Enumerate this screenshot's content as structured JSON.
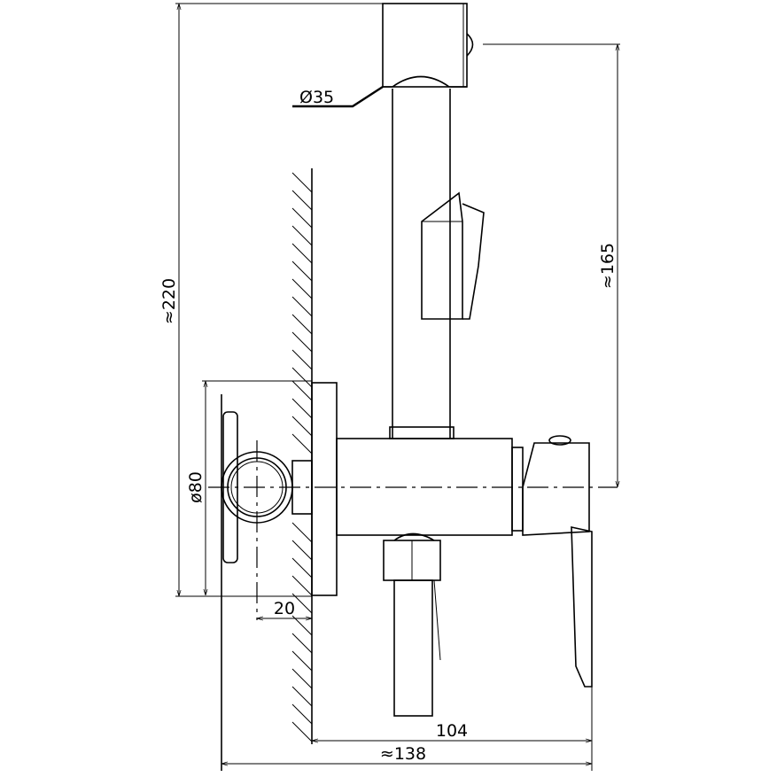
{
  "drawing": {
    "dimensions": {
      "pipe_diameter": "Ø35",
      "total_height": "≈220",
      "holder_height": "≈165",
      "flange_diameter": "ø80",
      "wall_offset": "20",
      "body_depth": "104",
      "total_depth": "≈138"
    }
  }
}
